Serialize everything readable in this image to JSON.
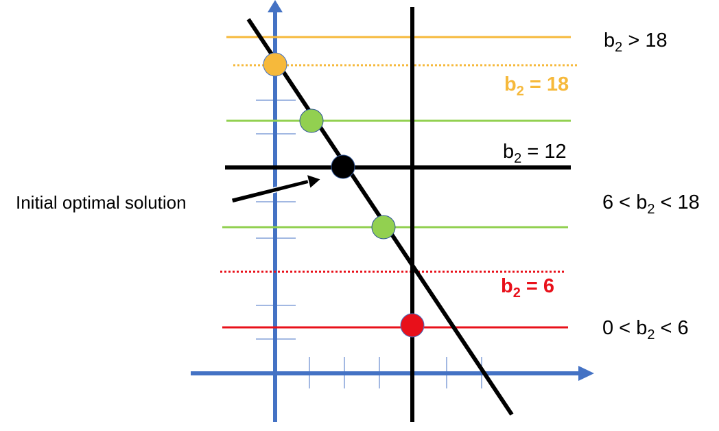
{
  "labels": {
    "b2_gt_18": {
      "var": "b",
      "sub": "2",
      "rest": " > 18"
    },
    "b2_eq_18": {
      "var": "b",
      "sub": "2",
      "rest": " = 18",
      "color": "#F6B93B"
    },
    "b2_eq_12": {
      "var": "b",
      "sub": "2",
      "rest": " = 12"
    },
    "b2_6_18": {
      "pre": "6 < ",
      "var": "b",
      "sub": "2",
      "rest": " < 18"
    },
    "b2_eq_6": {
      "var": "b",
      "sub": "2",
      "rest": " = 6",
      "color": "#E8101A"
    },
    "b2_0_6": {
      "pre": "0 < ",
      "var": "b",
      "sub": "2",
      "rest": " < 6"
    },
    "initial_optimal_solution": "Initial optimal solution"
  },
  "colors": {
    "axis": "#4472C4",
    "orange": "#F6B93B",
    "green": "#92D050",
    "red": "#E8101A",
    "black": "#000000"
  }
}
